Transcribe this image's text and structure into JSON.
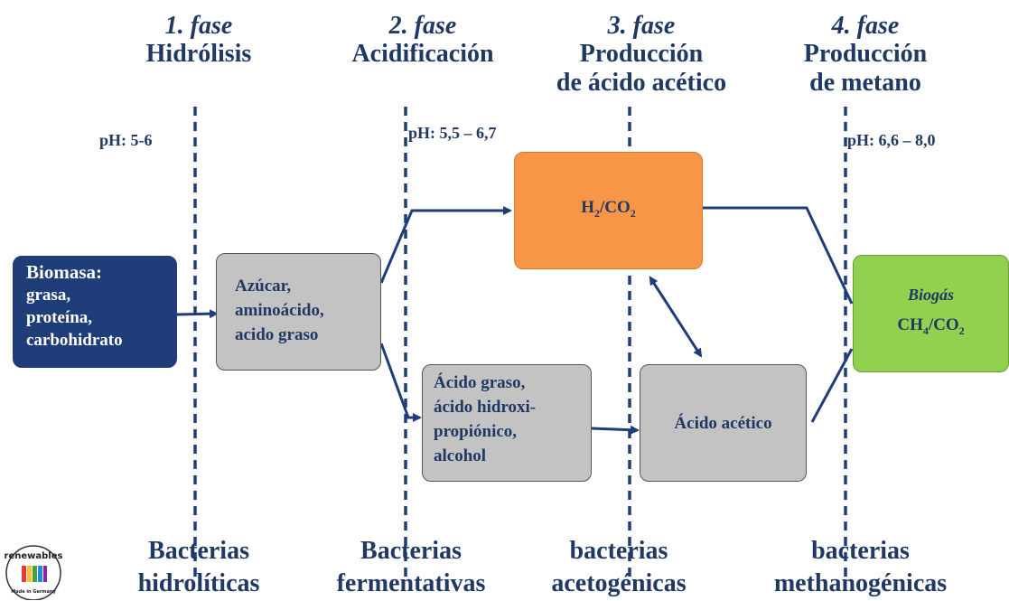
{
  "phases": [
    {
      "number": "1. fase",
      "title": [
        "Hidrólisis"
      ],
      "ph": "pH: 5-6",
      "bacteria": [
        "Bacterias",
        "hidrolíticas"
      ]
    },
    {
      "number": "2. fase",
      "title": [
        "Acidificación"
      ],
      "ph": "pH: 5,5 – 6,7",
      "bacteria": [
        "Bacterias",
        "fermentativas"
      ]
    },
    {
      "number": "3. fase",
      "title": [
        "Producción",
        "de ácido acético"
      ],
      "ph": "",
      "bacteria": [
        "bacterias",
        "acetogénicas"
      ]
    },
    {
      "number": "4. fase",
      "title": [
        "Producción",
        "de metano"
      ],
      "ph": "pH: 6,6 – 8,0",
      "bacteria": [
        "bacterias",
        "methanogénicas"
      ]
    }
  ],
  "nodes": {
    "biomasa": {
      "lines": [
        "Biomasa:",
        "grasa,",
        "proteína,",
        "carbohidrato"
      ],
      "color": "#1f3d78"
    },
    "azucar": {
      "lines": [
        "Azúcar,",
        "aminoácido,",
        "acido graso"
      ],
      "color": "#c3c3c3"
    },
    "h2co2": {
      "main": "H",
      "sub1": "2",
      "mid": "/CO",
      "sub2": "2",
      "color": "#f79646"
    },
    "acido_graso": {
      "lines": [
        "Ácido graso,",
        "ácido hidroxi-",
        "propiónico,",
        "alcohol"
      ],
      "color": "#c3c3c3"
    },
    "acido_acetico": {
      "label": "Ácido acético",
      "color": "#c3c3c3"
    },
    "biogas": {
      "title": "Biogás",
      "main": "CH",
      "sub1": "4",
      "mid": "/CO",
      "sub2": "2",
      "color": "#92d050"
    }
  },
  "logo": {
    "text": "renewables",
    "subtext": "Made in Germany"
  },
  "colors": {
    "text": "#1f3864",
    "arrow": "#1f3d78",
    "divider": "#1f3d78"
  }
}
